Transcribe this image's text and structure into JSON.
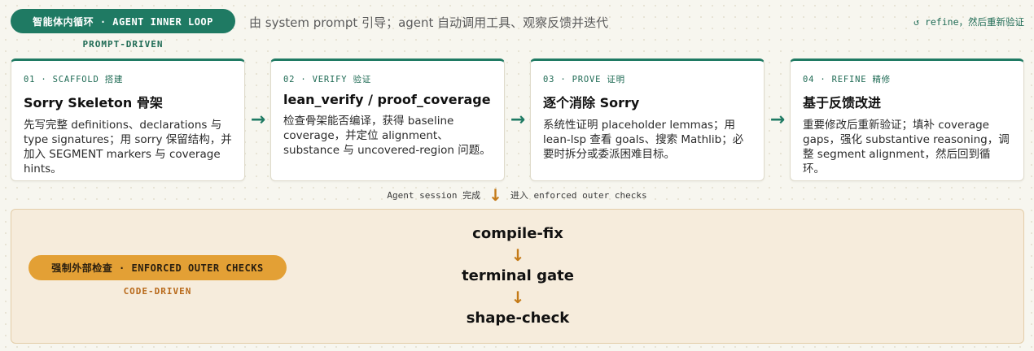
{
  "header": {
    "inner_loop_label": "智能体内循环 · AGENT INNER LOOP",
    "inner_loop_sub": "PROMPT-DRIVEN",
    "description": "由 system prompt 引导；agent 自动调用工具、观察反馈并迭代",
    "refine_note": "↺ refine，然后重新验证"
  },
  "steps": [
    {
      "tag": "01 · SCAFFOLD 搭建",
      "title": "Sorry Skeleton 骨架",
      "body": "先写完整 definitions、declarations 与 type signatures；用 sorry 保留结构，并加入 SEGMENT markers 与 coverage hints。"
    },
    {
      "tag": "02 · VERIFY 验证",
      "title": "lean_verify / proof_coverage",
      "body": "检查骨架能否编译，获得 baseline coverage，并定位 alignment、substance 与 uncovered-region 问题。"
    },
    {
      "tag": "03 · PROVE 证明",
      "title": "逐个消除 Sorry",
      "body": "系统性证明 placeholder lemmas；用 lean-lsp 查看 goals、搜索 Mathlib；必要时拆分或委派困难目标。"
    },
    {
      "tag": "04 · REFINE 精修",
      "title": "基于反馈改进",
      "body": "重要修改后重新验证；填补 coverage gaps，强化 substantive reasoning，调整 segment alignment，然后回到循环。"
    }
  ],
  "transition": {
    "left": "Agent session 完成",
    "right": "进入 enforced outer checks"
  },
  "outer": {
    "label": "强制外部检查 · ENFORCED OUTER CHECKS",
    "sub": "CODE-DRIVEN",
    "checks": [
      "compile-fix",
      "terminal gate",
      "shape-check"
    ]
  },
  "colors": {
    "inner_accent": "#1f7a63",
    "outer_accent": "#e3a035",
    "outer_background": "#f6ecdc"
  },
  "icons": {
    "step_arrow": "arrow-right",
    "flow_arrow": "arrow-down",
    "refine": "refresh"
  }
}
